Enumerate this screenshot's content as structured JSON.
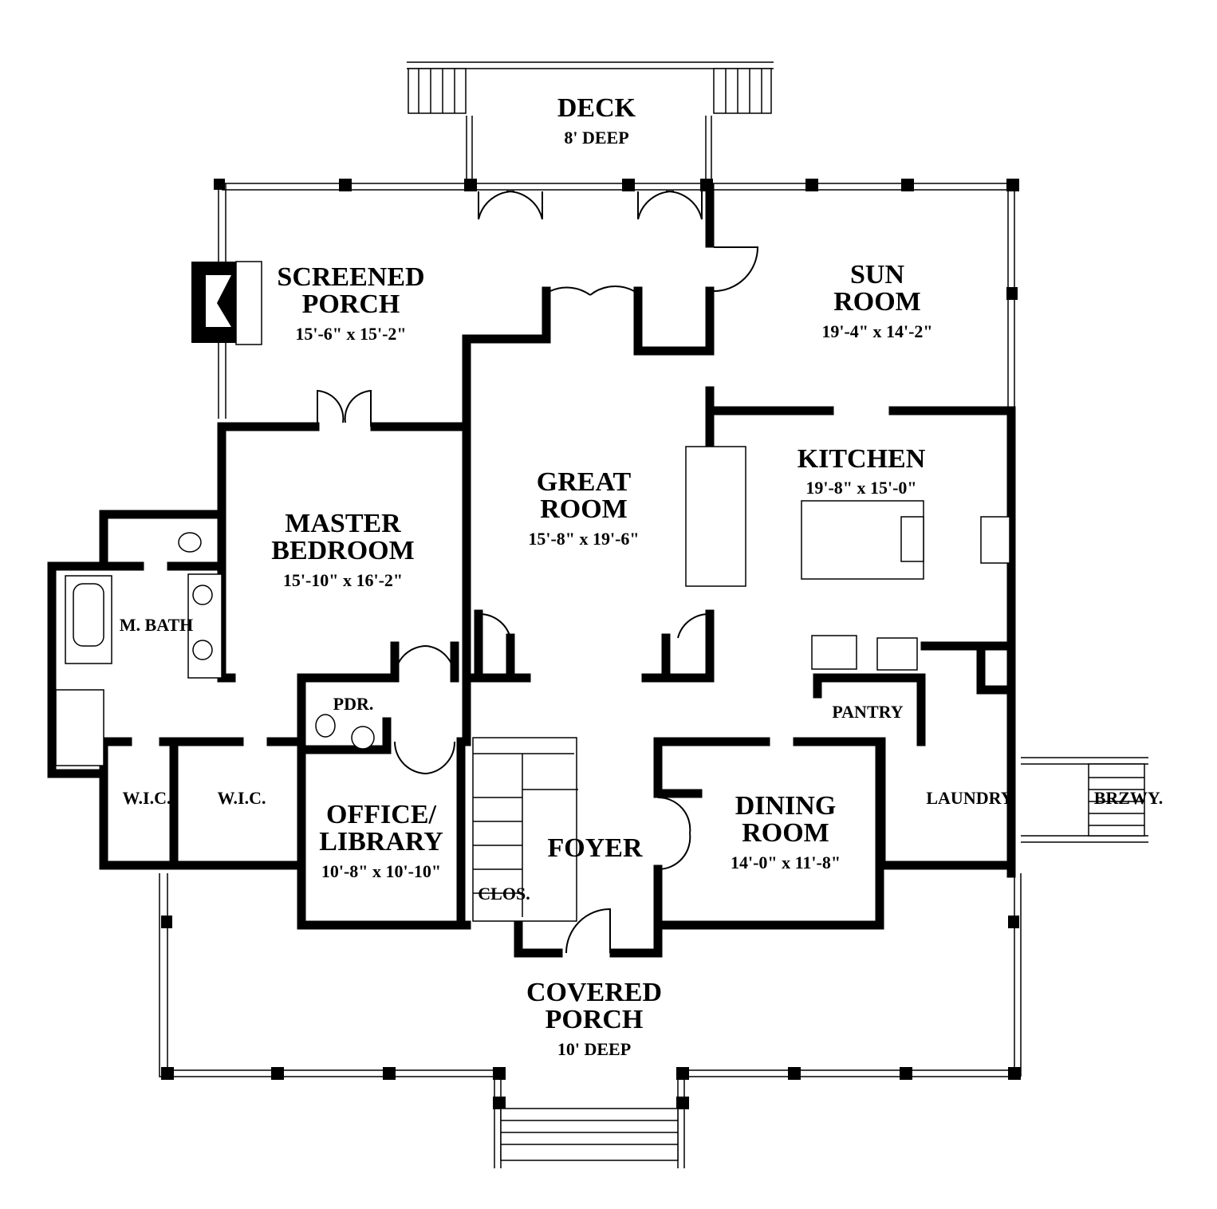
{
  "title": "Floor Plan",
  "rooms": {
    "deck": {
      "name": "DECK",
      "size": "8' DEEP"
    },
    "screened_porch": {
      "line1": "SCREENED",
      "line2": "PORCH",
      "size": "15'-6\" x 15'-2\""
    },
    "sun_room": {
      "line1": "SUN",
      "line2": "ROOM",
      "size": "19'-4\" x 14'-2\""
    },
    "great_room": {
      "line1": "GREAT",
      "line2": "ROOM",
      "size": "15'-8\" x 19'-6\""
    },
    "kitchen": {
      "name": "KITCHEN",
      "size": "19'-8\" x 15'-0\""
    },
    "master_bedroom": {
      "line1": "MASTER",
      "line2": "BEDROOM",
      "size": "15'-10\" x 16'-2\""
    },
    "master_bath": {
      "name": "M. BATH"
    },
    "powder": {
      "name": "PDR."
    },
    "pantry": {
      "name": "PANTRY"
    },
    "wic1": {
      "name": "W.I.C."
    },
    "wic2": {
      "name": "W.I.C."
    },
    "office": {
      "line1": "OFFICE/",
      "line2": "LIBRARY",
      "size": "10'-8\" x 10'-10\""
    },
    "foyer": {
      "name": "FOYER"
    },
    "closet": {
      "name": "CLOS."
    },
    "dining": {
      "line1": "DINING",
      "line2": "ROOM",
      "size": "14'-0\" x 11'-8\""
    },
    "laundry": {
      "name": "LAUNDRY"
    },
    "breezeway": {
      "name": "BRZWY."
    },
    "covered_porch": {
      "line1": "COVERED",
      "line2": "PORCH",
      "size": "10' DEEP"
    }
  }
}
